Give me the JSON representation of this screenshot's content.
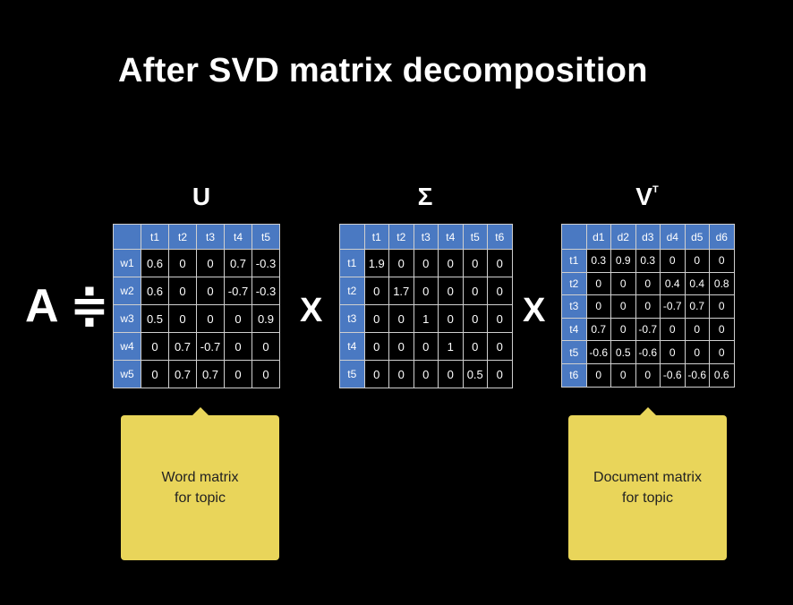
{
  "title": "After SVD matrix decomposition",
  "lhs": "A ≑",
  "times_symbol": "X",
  "matrices": {
    "U": {
      "label": "U",
      "cols": [
        "t1",
        "t2",
        "t3",
        "t4",
        "t5"
      ],
      "rows": [
        {
          "h": "w1",
          "v": [
            "0.6",
            "0",
            "0",
            "0.7",
            "-0.3"
          ]
        },
        {
          "h": "w2",
          "v": [
            "0.6",
            "0",
            "0",
            "-0.7",
            "-0.3"
          ]
        },
        {
          "h": "w3",
          "v": [
            "0.5",
            "0",
            "0",
            "0",
            "0.9"
          ]
        },
        {
          "h": "w4",
          "v": [
            "0",
            "0.7",
            "-0.7",
            "0",
            "0"
          ]
        },
        {
          "h": "w5",
          "v": [
            "0",
            "0.7",
            "0.7",
            "0",
            "0"
          ]
        }
      ]
    },
    "Sigma": {
      "label": "Σ",
      "cols": [
        "t1",
        "t2",
        "t3",
        "t4",
        "t5",
        "t6"
      ],
      "rows": [
        {
          "h": "t1",
          "v": [
            "1.9",
            "0",
            "0",
            "0",
            "0",
            "0"
          ]
        },
        {
          "h": "t2",
          "v": [
            "0",
            "1.7",
            "0",
            "0",
            "0",
            "0"
          ]
        },
        {
          "h": "t3",
          "v": [
            "0",
            "0",
            "1",
            "0",
            "0",
            "0"
          ]
        },
        {
          "h": "t4",
          "v": [
            "0",
            "0",
            "0",
            "1",
            "0",
            "0"
          ]
        },
        {
          "h": "t5",
          "v": [
            "0",
            "0",
            "0",
            "0",
            "0.5",
            "0"
          ]
        }
      ]
    },
    "VT": {
      "label": "V",
      "label_sup": "T",
      "cols": [
        "d1",
        "d2",
        "d3",
        "d4",
        "d5",
        "d6"
      ],
      "rows": [
        {
          "h": "t1",
          "v": [
            "0.3",
            "0.9",
            "0.3",
            "0",
            "0",
            "0"
          ]
        },
        {
          "h": "t2",
          "v": [
            "0",
            "0",
            "0",
            "0.4",
            "0.4",
            "0.8"
          ]
        },
        {
          "h": "t3",
          "v": [
            "0",
            "0",
            "0",
            "-0.7",
            "0.7",
            "0"
          ]
        },
        {
          "h": "t4",
          "v": [
            "0.7",
            "0",
            "-0.7",
            "0",
            "0",
            "0"
          ]
        },
        {
          "h": "t5",
          "v": [
            "-0.6",
            "0.5",
            "-0.6",
            "0",
            "0",
            "0"
          ]
        },
        {
          "h": "t6",
          "v": [
            "0",
            "0",
            "0",
            "-0.6",
            "-0.6",
            "0.6"
          ]
        }
      ]
    }
  },
  "notes": {
    "word_line1": "Word matrix",
    "word_line2": "for topic",
    "doc_line1": "Document matrix",
    "doc_line2": "for topic"
  }
}
